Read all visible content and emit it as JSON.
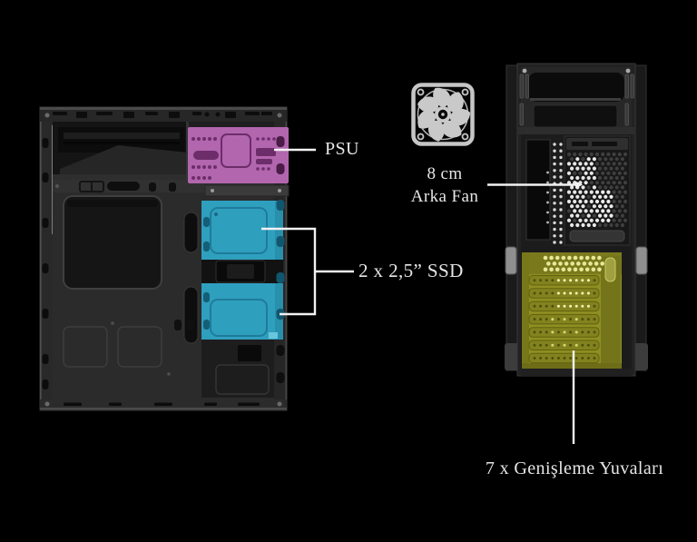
{
  "page": {
    "background": "#000000",
    "text_color": "#e6e6e6"
  },
  "labels": {
    "psu": "PSU",
    "rear_fan_line1": "8 cm",
    "rear_fan_line2": "Arka Fan",
    "ssd": "2 x 2,5” SSD",
    "expansion": "7 x Genişleme Yuvaları"
  },
  "highlight_colors": {
    "psu_bay": "#b266ae",
    "ssd_mounts": "#2f9fbe",
    "expansion_slots": "#8f8f22"
  },
  "callout_line_color": "#f2f2f2",
  "icons": {
    "fan": "fan-icon"
  }
}
